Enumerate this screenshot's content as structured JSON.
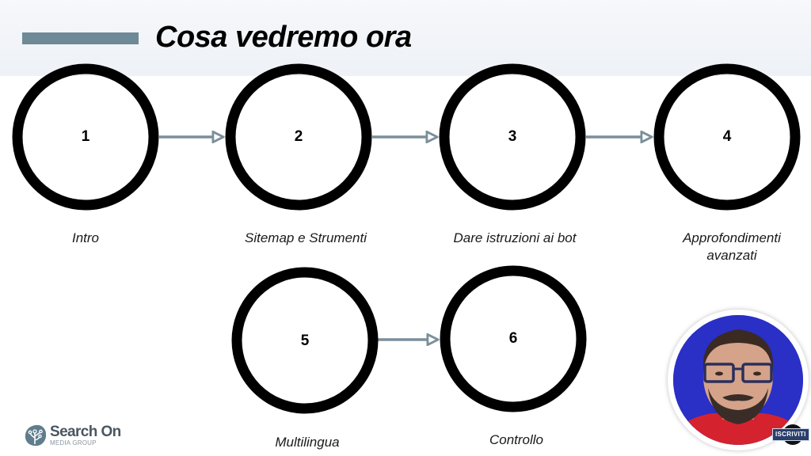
{
  "slide": {
    "title": "Cosa vedremo ora",
    "accent_color": "#6e8a97",
    "arrow_color": "#7a8f9a",
    "circle_stroke_color": "#000000"
  },
  "steps": [
    {
      "number": "1",
      "label": "Intro"
    },
    {
      "number": "2",
      "label": "Sitemap e Strumenti"
    },
    {
      "number": "3",
      "label": "Dare istruzioni ai bot"
    },
    {
      "number": "4",
      "label_line1": "Approfondimenti",
      "label_line2": "avanzati"
    },
    {
      "number": "5",
      "label": "Multilingua"
    },
    {
      "number": "6",
      "label": "Controllo"
    }
  ],
  "connections": [
    {
      "from": "1",
      "to": "2"
    },
    {
      "from": "2",
      "to": "3"
    },
    {
      "from": "3",
      "to": "4"
    },
    {
      "from": "5",
      "to": "6"
    }
  ],
  "logo": {
    "name": "Search On",
    "subtitle": "MEDIA GROUP",
    "icon": "sprout-icon"
  },
  "webcam": {
    "background_color": "#2a2fc6",
    "subscribe_badge": "ISCRIVITI"
  }
}
